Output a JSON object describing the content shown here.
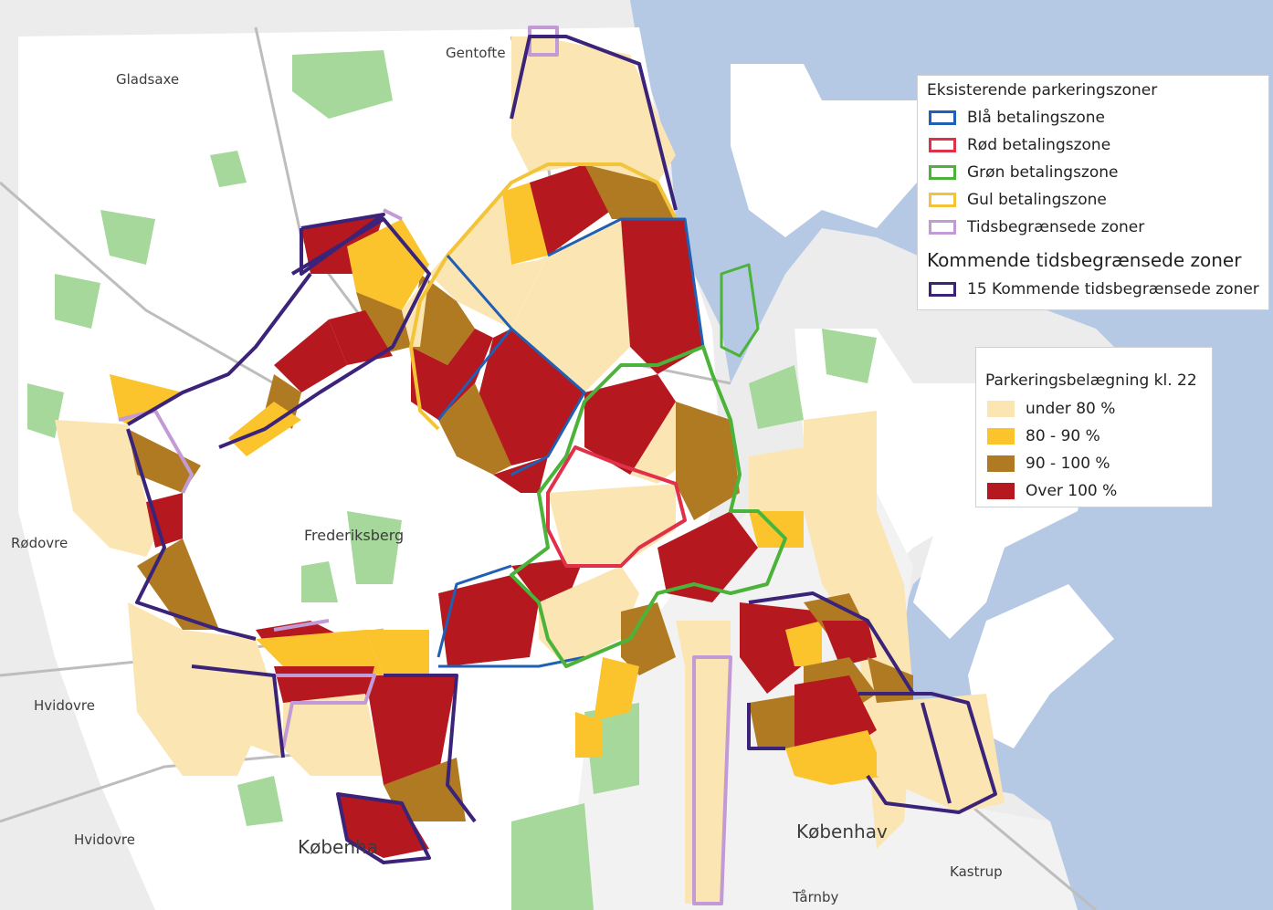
{
  "places": {
    "gentofte": "Gentofte",
    "gladsaxe": "Gladsaxe",
    "frederiksberg": "Frederiksberg",
    "rodovre": "Rødovre",
    "hvidovre_1": "Hvidovre",
    "hvidovre_2": "Hvidovre",
    "kobenhavn_1": "Københa",
    "kobenhavn_2": "Københav",
    "kastrup": "Kastrup",
    "tarnby": "Tårnby"
  },
  "zones_legend": {
    "title": "Eksisterende parkeringszoner",
    "items": [
      {
        "label": "Blå betalingszone",
        "color": "#1f5fb4"
      },
      {
        "label": "Rød betalingszone",
        "color": "#e0304a"
      },
      {
        "label": "Grøn betalingszone",
        "color": "#4cb33a"
      },
      {
        "label": "Gul betalingszone",
        "color": "#f3c437"
      },
      {
        "label": "Tidsbegrænsede zoner",
        "color": "#c29ad6"
      }
    ],
    "upcoming_title": "Kommende tidsbegrænsede zoner",
    "upcoming_items": [
      {
        "label": "15 Kommende tidsbegrænsede zoner",
        "color": "#3c237a"
      }
    ]
  },
  "occupancy_legend": {
    "title": "Parkeringsbelægning kl. 22",
    "items": [
      {
        "label": "under 80 %",
        "color": "#fbe5b3"
      },
      {
        "label": "80 - 90 %",
        "color": "#fbc32c"
      },
      {
        "label": "90 - 100 %",
        "color": "#b07a22"
      },
      {
        "label": "Over 100 %",
        "color": "#b5181e"
      }
    ]
  },
  "colors": {
    "water": "#b5c8e4",
    "land": "#f2f2f2",
    "urban": "#ffffff",
    "park": "#a5d89a",
    "road": "#c8c8c8"
  }
}
